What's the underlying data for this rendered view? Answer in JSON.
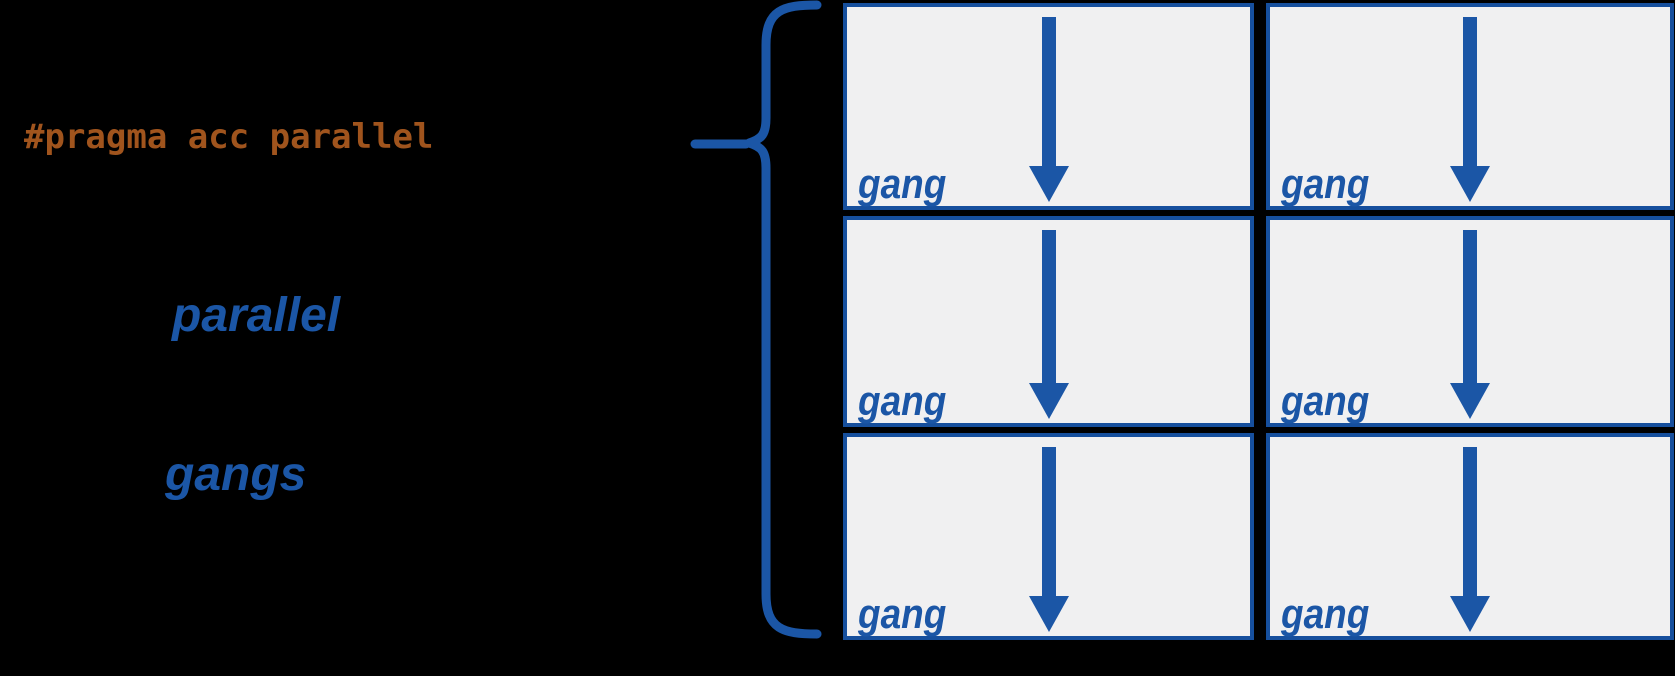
{
  "colors": {
    "background": "#000000",
    "accent_blue": "#1B56A6",
    "border_blue": "#164F9D",
    "box_fill": "#F0F0F1",
    "pragma_orange": "#A0541D"
  },
  "left_panel": {
    "pragma_directive": "#pragma acc parallel",
    "keyword_parallel": "parallel",
    "keyword_gangs": "gangs"
  },
  "gang_grid": {
    "rows": 3,
    "columns": 2,
    "boxes": [
      {
        "label": "gang",
        "icon": "down-arrow-icon"
      },
      {
        "label": "gang",
        "icon": "down-arrow-icon"
      },
      {
        "label": "gang",
        "icon": "down-arrow-icon"
      },
      {
        "label": "gang",
        "icon": "down-arrow-icon"
      },
      {
        "label": "gang",
        "icon": "down-arrow-icon"
      },
      {
        "label": "gang",
        "icon": "down-arrow-icon"
      }
    ]
  }
}
